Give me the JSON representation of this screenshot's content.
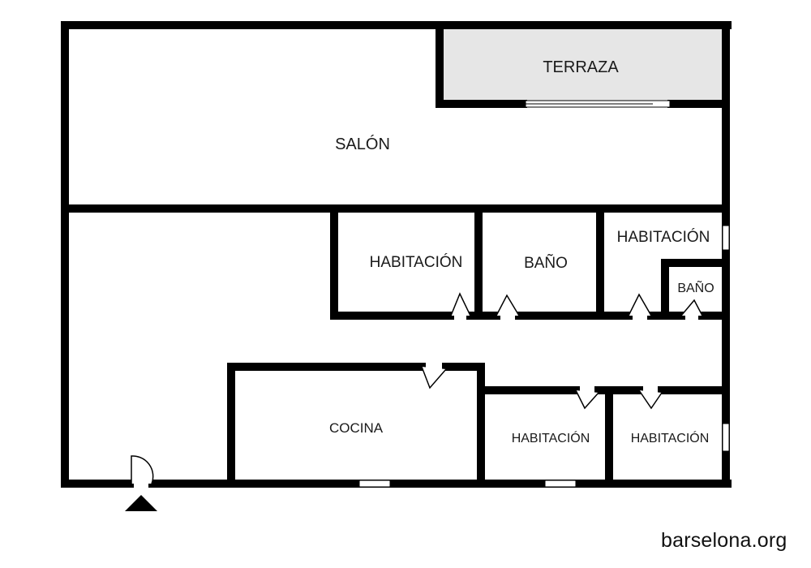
{
  "rooms": {
    "terraza": "TERRAZA",
    "salon": "SALÓN",
    "habitacion_1": "HABITACIÓN",
    "bano_1": "BAÑO",
    "habitacion_2": "HABITACIÓN",
    "bano_2": "BAÑO",
    "cocina": "COCINA",
    "habitacion_3": "HABITACIÓN",
    "habitacion_4": "HABITACIÓN"
  },
  "watermark": "barselona.org",
  "colors": {
    "wall": "#000000",
    "terrace_fill": "#e6e6e6",
    "background": "#ffffff"
  }
}
